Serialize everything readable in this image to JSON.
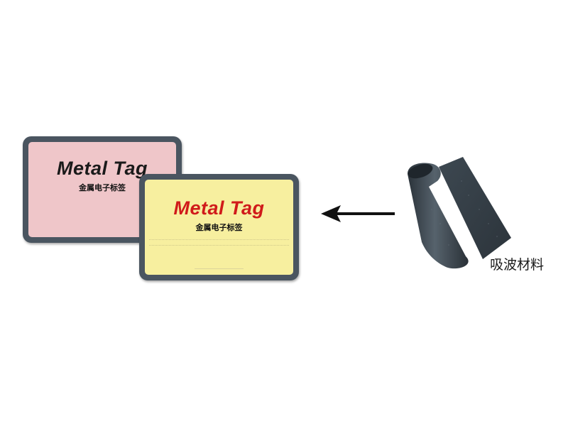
{
  "cards": [
    {
      "title": "Metal Tag",
      "subtitle": "金属电子标签",
      "face_color": "#efc6c9",
      "title_color": "#1a1a1a"
    },
    {
      "title": "Metal Tag",
      "subtitle": "金属电子标签",
      "face_color": "#f7ef9f",
      "title_color": "#d01a1a"
    }
  ],
  "arrow_direction": "left",
  "material": {
    "label": "吸波材料",
    "color": "#3a444d"
  },
  "colors": {
    "frame": "#4a5560",
    "background": "#ffffff"
  }
}
